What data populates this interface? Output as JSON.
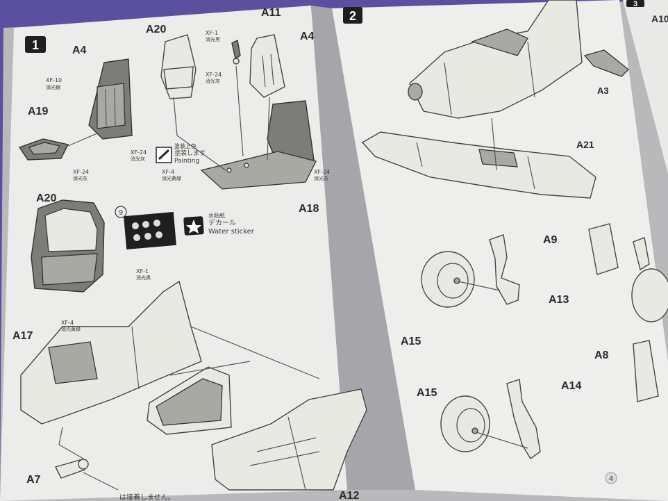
{
  "colors": {
    "background": "#5b4fa0",
    "page": "#ececea",
    "page_shadow": "#bdbdbf",
    "ink": "#2a2a2a",
    "part_gray": "#7c7c78"
  },
  "steps": {
    "step1": "1",
    "step2": "2",
    "step3": "3"
  },
  "labels": {
    "a4_left": "A4",
    "a4_right": "A4",
    "a20_top": "A20",
    "a11": "A11",
    "a19": "A19",
    "a18": "A18",
    "a20_mid": "A20",
    "a17": "A17",
    "a7": "A7",
    "a12": "A12",
    "a3": "A3",
    "a21": "A21",
    "a9": "A9",
    "a13": "A13",
    "a15_a": "A15",
    "a8": "A8",
    "a15_b": "A15",
    "a14": "A14",
    "a10": "A10"
  },
  "notes": {
    "xf10_code": "XF-10",
    "xf10_name": "消光銀",
    "xf1_code": "XF-1",
    "xf1_name": "消光黒",
    "xf24_a_code": "XF-24",
    "xf24_a_name": "消光灰",
    "xf24_b_code": "XF-24",
    "xf24_b_name": "消光灰",
    "xf24_c_code": "XF-24",
    "xf24_c_name": "消光灰",
    "xf24_d_code": "XF-24",
    "xf24_d_name": "消光灰",
    "xf4_code": "XF-4",
    "xf4_name": "消光黄緑",
    "xf1_b_code": "XF-1",
    "xf1_b_name": "消光黒",
    "xf4_b_code": "XF-4",
    "xf4_b_name": "消光黄緑",
    "paint_cn": "塗装上色",
    "paint_jp": "塗装します",
    "paint_en": "Painting",
    "decal_num": "9",
    "decal_cn": "水貼紙",
    "decal_jp": "デカール",
    "decal_en": "Water sticker",
    "bottom_jp": "は接着しません。",
    "page_number": "4"
  }
}
